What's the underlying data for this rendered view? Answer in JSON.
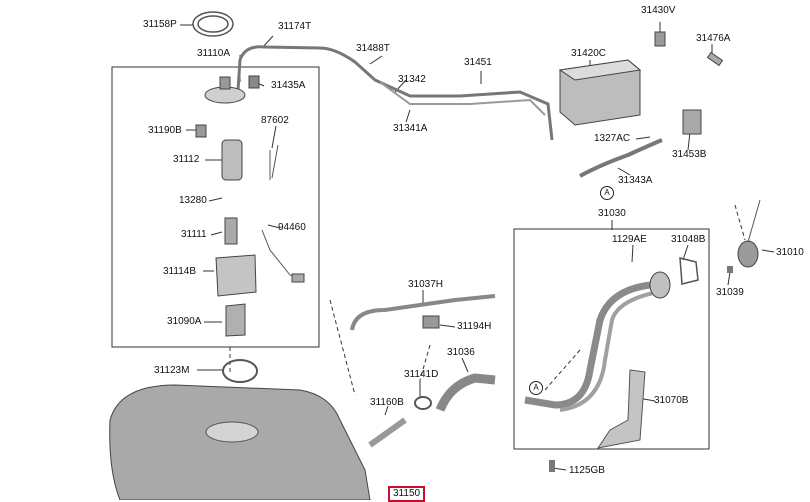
{
  "labels": {
    "p31158P": "31158P",
    "p31174T": "31174T",
    "p31488T": "31488T",
    "p31430V": "31430V",
    "p31476A": "31476A",
    "p31110A": "31110A",
    "p31435A": "31435A",
    "p31342": "31342",
    "p31451": "31451",
    "p31420C": "31420C",
    "p31341A": "31341A",
    "p31190B": "31190B",
    "p87602": "87602",
    "p1327AC": "1327AC",
    "p31453B": "31453B",
    "p31112": "31112",
    "p31343A": "31343A",
    "p13280": "13280",
    "p31030": "31030",
    "p94460": "94460",
    "p31111": "31111",
    "p1129AE": "1129AE",
    "p31048B": "31048B",
    "p31010": "31010",
    "p31114B": "31114B",
    "p31037H": "31037H",
    "p31039": "31039",
    "p31090A": "31090A",
    "p31194H": "31194H",
    "p31036": "31036",
    "p31123M": "31123M",
    "p31141D": "31141D",
    "p31070B": "31070B",
    "p31160B": "31160B",
    "p1125GB": "1125GB",
    "p31150": "31150"
  },
  "callouts": {
    "a_top": "A",
    "a_mid": "A"
  },
  "highlight": {
    "part": "31150",
    "color": "#c8102e"
  }
}
